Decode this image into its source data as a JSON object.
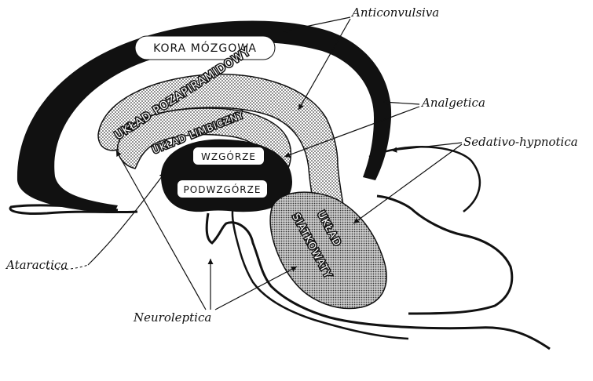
{
  "regions": {
    "kora": "KORA MÓZGOWA",
    "pozapiramidowy": "UKŁAD POZAPIRAMIDOWY",
    "limbiczny": "UKŁAD LIMBICZNY",
    "wzgorze": "WZGÓRZE",
    "podwzgorze": "PODWZGÓRZE",
    "siatkowaty_1": "UKŁAD",
    "siatkowaty_2": "SIATKOWATY"
  },
  "drug_labels": {
    "anticonvulsiva": "Anticonvulsiva",
    "analgetica": "Analgetica",
    "sedativo": "Sedativo-hypnotica",
    "ataractica": "Ataractica",
    "neuroleptica": "Neuroleptica"
  },
  "colors": {
    "ink": "#111111",
    "stipple": "#9a9a9a",
    "paper": "#ffffff"
  }
}
